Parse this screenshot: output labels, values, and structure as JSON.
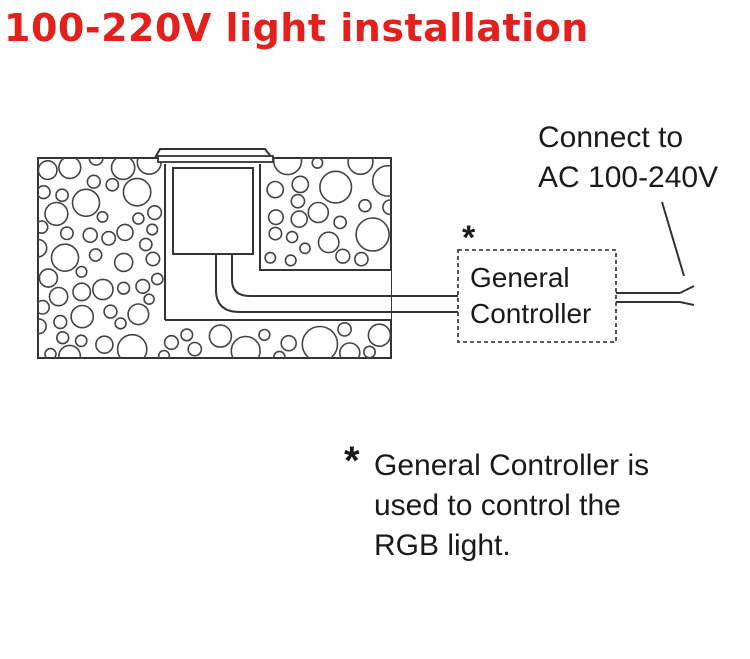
{
  "title": {
    "text": "100-220V light installation",
    "color": "#e3201b"
  },
  "power_label": {
    "line1": "Connect to",
    "line2": "AC 100-240V"
  },
  "controller": {
    "marker": "*",
    "line1": "General",
    "line2": "Controller"
  },
  "footnote": {
    "marker": "*",
    "line1": "General Controller  is",
    "line2": "used to control the",
    "line3": "RGB light."
  },
  "colors": {
    "stroke": "#333333",
    "fill": "#ffffff"
  }
}
